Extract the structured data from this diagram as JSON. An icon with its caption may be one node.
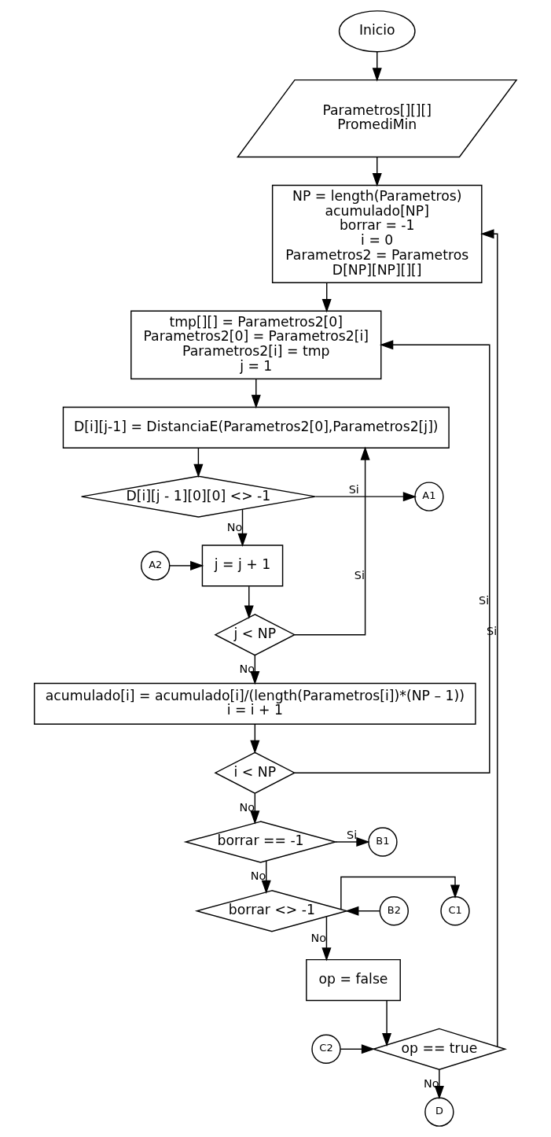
{
  "diagram": {
    "nodes": [
      {
        "text": [
          "Inicio"
        ]
      },
      {
        "text": [
          "Parametros[][][]",
          "PromediMin"
        ]
      },
      {
        "text": [
          "NP = length(Parametros)",
          "acumulado[NP]",
          "borrar = -1",
          "i = 0",
          "Parametros2 = Parametros",
          "D[NP][NP][][]"
        ]
      },
      {
        "text": [
          "tmp[][] = Parametros2[0]",
          "Parametros2[0] = Parametros2[i]",
          "Parametros2[i] = tmp",
          "j = 1"
        ]
      },
      {
        "text": [
          "D[i][j-1] = DistanciaE(Parametros2[0],Parametros2[j])"
        ]
      },
      {
        "text": [
          "D[i][j - 1][0][0] <> -1"
        ]
      },
      {
        "text": [
          "A1"
        ]
      },
      {
        "text": [
          "A2"
        ]
      },
      {
        "text": [
          "j = j + 1"
        ]
      },
      {
        "text": [
          "j < NP"
        ]
      },
      {
        "text": [
          "acumulado[i] = acumulado[i]/(length(Parametros[i])*(NP – 1))",
          "i = i + 1"
        ]
      },
      {
        "text": [
          "i < NP"
        ]
      },
      {
        "text": [
          "borrar == -1"
        ]
      },
      {
        "text": [
          "B1"
        ]
      },
      {
        "text": [
          "B2"
        ]
      },
      {
        "text": [
          "borrar <> -1"
        ]
      },
      {
        "text": [
          "C1"
        ]
      },
      {
        "text": [
          "op = false"
        ]
      },
      {
        "text": [
          "C2"
        ]
      },
      {
        "text": [
          "op == true"
        ]
      },
      {
        "text": [
          "D"
        ]
      }
    ],
    "edges": [
      {
        "from": 0,
        "to": 1,
        "arrow": "to"
      },
      {
        "from": 1,
        "to": 2,
        "arrow": "to"
      },
      {
        "from": 2,
        "to": 3,
        "arrow": "to"
      },
      {
        "from": 3,
        "to": 4,
        "arrow": "to"
      },
      {
        "from": 4,
        "to": 5,
        "arrow": "to"
      },
      {
        "from": 5,
        "to": 6,
        "arrow": "to",
        "label": "Si"
      },
      {
        "from": 5,
        "to": 8,
        "arrow": "to",
        "label": "No"
      },
      {
        "from": 7,
        "to": 8,
        "arrow": "to"
      },
      {
        "from": 8,
        "to": 9,
        "arrow": "to"
      },
      {
        "from": 9,
        "to": 4,
        "arrow": "to",
        "label": "Si"
      },
      {
        "from": 9,
        "to": 10,
        "arrow": "to",
        "label": "No"
      },
      {
        "from": 10,
        "to": 11,
        "arrow": "to"
      },
      {
        "from": 11,
        "to": 3,
        "arrow": "to",
        "label": "Si"
      },
      {
        "from": 11,
        "to": 12,
        "arrow": "to",
        "label": "No"
      },
      {
        "from": 12,
        "to": 13,
        "arrow": "to",
        "label": "Si"
      },
      {
        "from": 12,
        "to": 15,
        "arrow": "to",
        "label": "No"
      },
      {
        "from": 14,
        "to": 15,
        "arrow": "to"
      },
      {
        "from": 15,
        "to": 16,
        "arrow": "to"
      },
      {
        "from": 15,
        "to": 17,
        "arrow": "to",
        "label": "No"
      },
      {
        "from": 17,
        "to": 19,
        "arrow": "to"
      },
      {
        "from": 18,
        "to": 19,
        "arrow": "to"
      },
      {
        "from": 19,
        "to": 2,
        "arrow": "to",
        "label": "Si"
      },
      {
        "from": 19,
        "to": 20,
        "arrow": "to",
        "label": "No"
      }
    ]
  }
}
